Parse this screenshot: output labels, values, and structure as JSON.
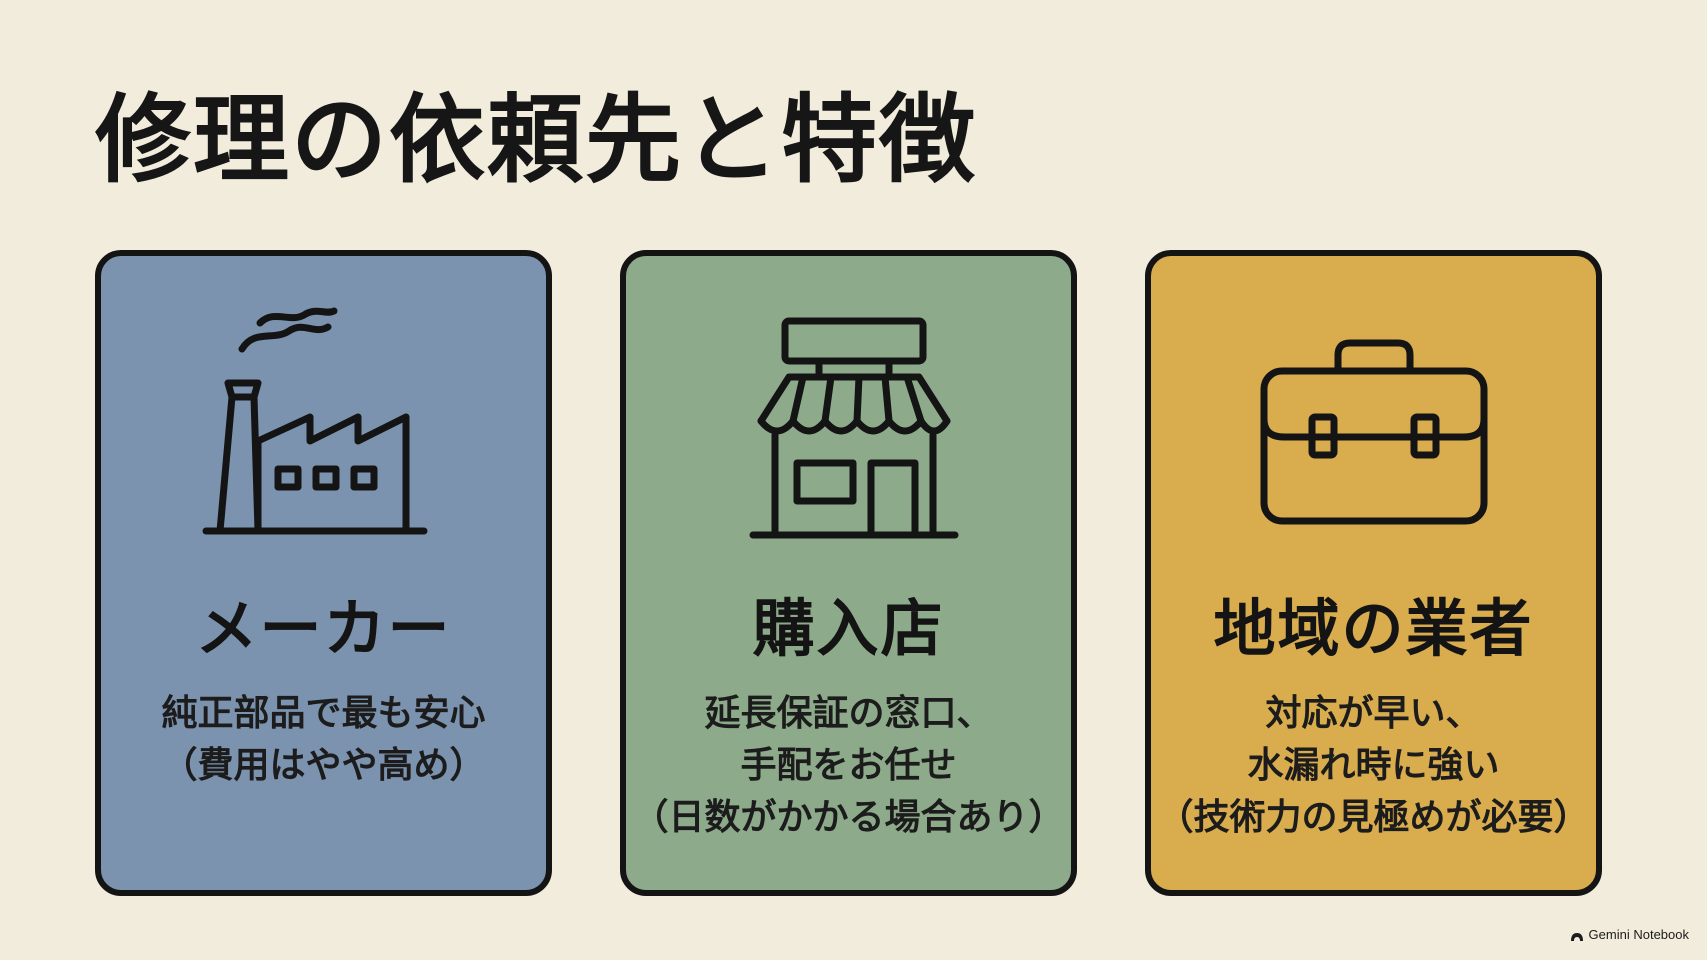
{
  "title": "修理の依頼先と特徴",
  "colors": {
    "background": "#f2ecdc",
    "maker_card": "#7b93ae",
    "store_card": "#8dab8b",
    "local_card": "#d9ac4e",
    "outline": "#141414"
  },
  "cards": [
    {
      "icon": "factory-icon",
      "title": "メーカー",
      "lines": [
        "純正部品で最も安心",
        "（費用はやや高め）"
      ]
    },
    {
      "icon": "storefront-icon",
      "title": "購入店",
      "lines": [
        "延長保証の窓口、",
        "手配をお任せ",
        "（日数がかかる場合あり）"
      ]
    },
    {
      "icon": "toolbox-icon",
      "title": "地域の業者",
      "lines": [
        "対応が早い、",
        "水漏れ時に強い",
        "（技術力の見極めが必要）"
      ]
    }
  ],
  "footer": {
    "icon": "gemini-notebook-logo",
    "label": "Gemini Notebook"
  }
}
